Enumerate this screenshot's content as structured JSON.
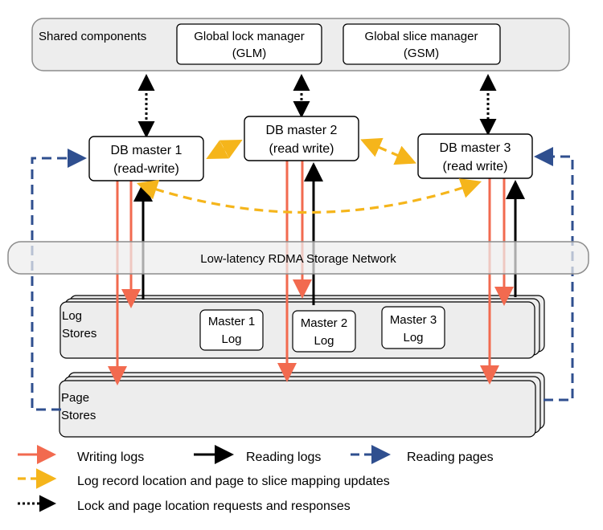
{
  "colors": {
    "writing": "#F26A4F",
    "reading_logs": "#000000",
    "reading_pages": "#2F4F8F",
    "updates": "#F5B51B",
    "lock": "#000000",
    "panel_fill": "#EDEDED",
    "panel_stroke": "#8C8C8C",
    "box_stroke": "#000000"
  },
  "shared": {
    "label": "Shared components",
    "glm": [
      "Global lock manager",
      "(GLM)"
    ],
    "gsm": [
      "Global slice manager",
      "(GSM)"
    ]
  },
  "masters": [
    [
      "DB master 1",
      "(read-write)"
    ],
    [
      "DB master 2",
      "(read write)"
    ],
    [
      "DB master 3",
      "(read write)"
    ]
  ],
  "network": {
    "label": "Low-latency RDMA Storage Network"
  },
  "log_stores": {
    "label": [
      "Log",
      "Stores"
    ],
    "logs": [
      [
        "Master 1",
        "Log"
      ],
      [
        "Master 2",
        "Log"
      ],
      [
        "Master 3",
        "Log"
      ]
    ]
  },
  "page_stores": {
    "label": [
      "Page",
      "Stores"
    ]
  },
  "legend": {
    "writing": "Writing logs",
    "reading_logs": "Reading logs",
    "reading_pages": "Reading pages",
    "updates": "Log record location and page to slice mapping updates",
    "lock": "Lock and page location requests and responses"
  }
}
